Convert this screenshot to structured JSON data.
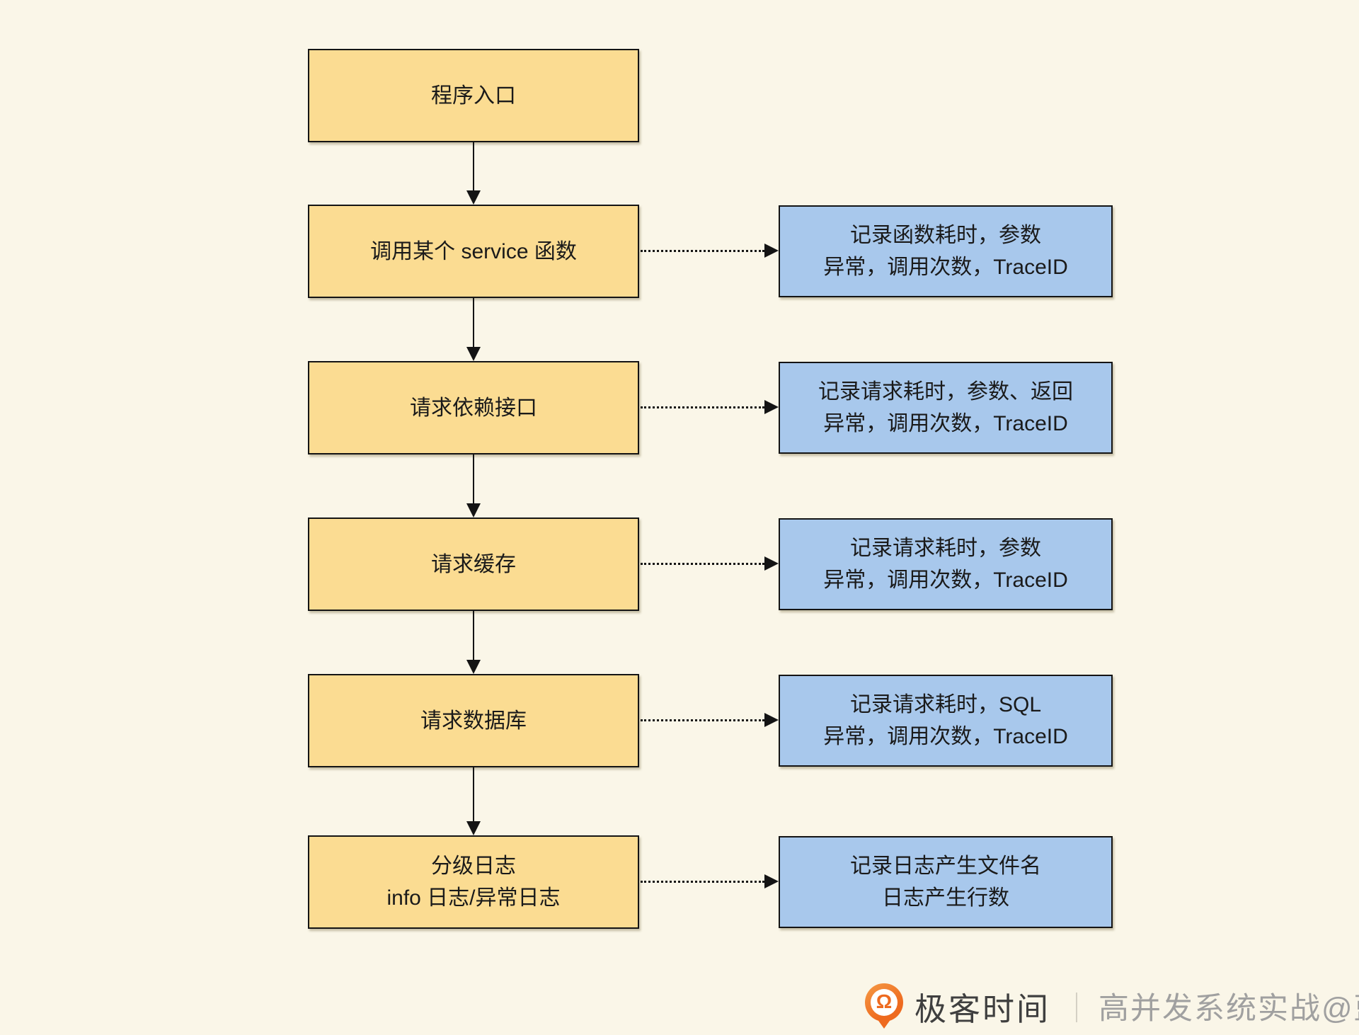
{
  "colors": {
    "background": "#FAF6E8",
    "process_fill": "#FBDC92",
    "annotation_fill": "#A8C8EC",
    "border": "#141414",
    "arrow": "#141414",
    "logo_orange": "#EE6A1F",
    "brand_text": "#3F3F3F",
    "subtitle_text": "#A0A0A0"
  },
  "flowchart": {
    "process_nodes": [
      {
        "id": "program-entry",
        "lines": [
          "程序入口"
        ]
      },
      {
        "id": "service-call",
        "lines": [
          "调用某个 service 函数"
        ]
      },
      {
        "id": "dependency-request",
        "lines": [
          "请求依赖接口"
        ]
      },
      {
        "id": "cache-request",
        "lines": [
          "请求缓存"
        ]
      },
      {
        "id": "database-request",
        "lines": [
          "请求数据库"
        ]
      },
      {
        "id": "tiered-logging",
        "lines": [
          "分级日志",
          "info 日志/异常日志"
        ]
      }
    ],
    "annotation_nodes": [
      {
        "id": "function-metrics",
        "lines": [
          "记录函数耗时，参数",
          "异常，调用次数，TraceID"
        ]
      },
      {
        "id": "dependency-metrics",
        "lines": [
          "记录请求耗时，参数、返回",
          "异常，调用次数，TraceID"
        ]
      },
      {
        "id": "cache-metrics",
        "lines": [
          "记录请求耗时，参数",
          "异常，调用次数，TraceID"
        ]
      },
      {
        "id": "database-metrics",
        "lines": [
          "记录请求耗时，SQL",
          "异常，调用次数，TraceID"
        ]
      },
      {
        "id": "log-metrics",
        "lines": [
          "记录日志产生文件名",
          "日志产生行数"
        ]
      }
    ]
  },
  "footer": {
    "logo_icon": "geektime-logo",
    "logo_glyph": "Ω",
    "brand": "极客时间",
    "divider": "｜",
    "subtitle": "高并发系统实战@蓝天"
  }
}
